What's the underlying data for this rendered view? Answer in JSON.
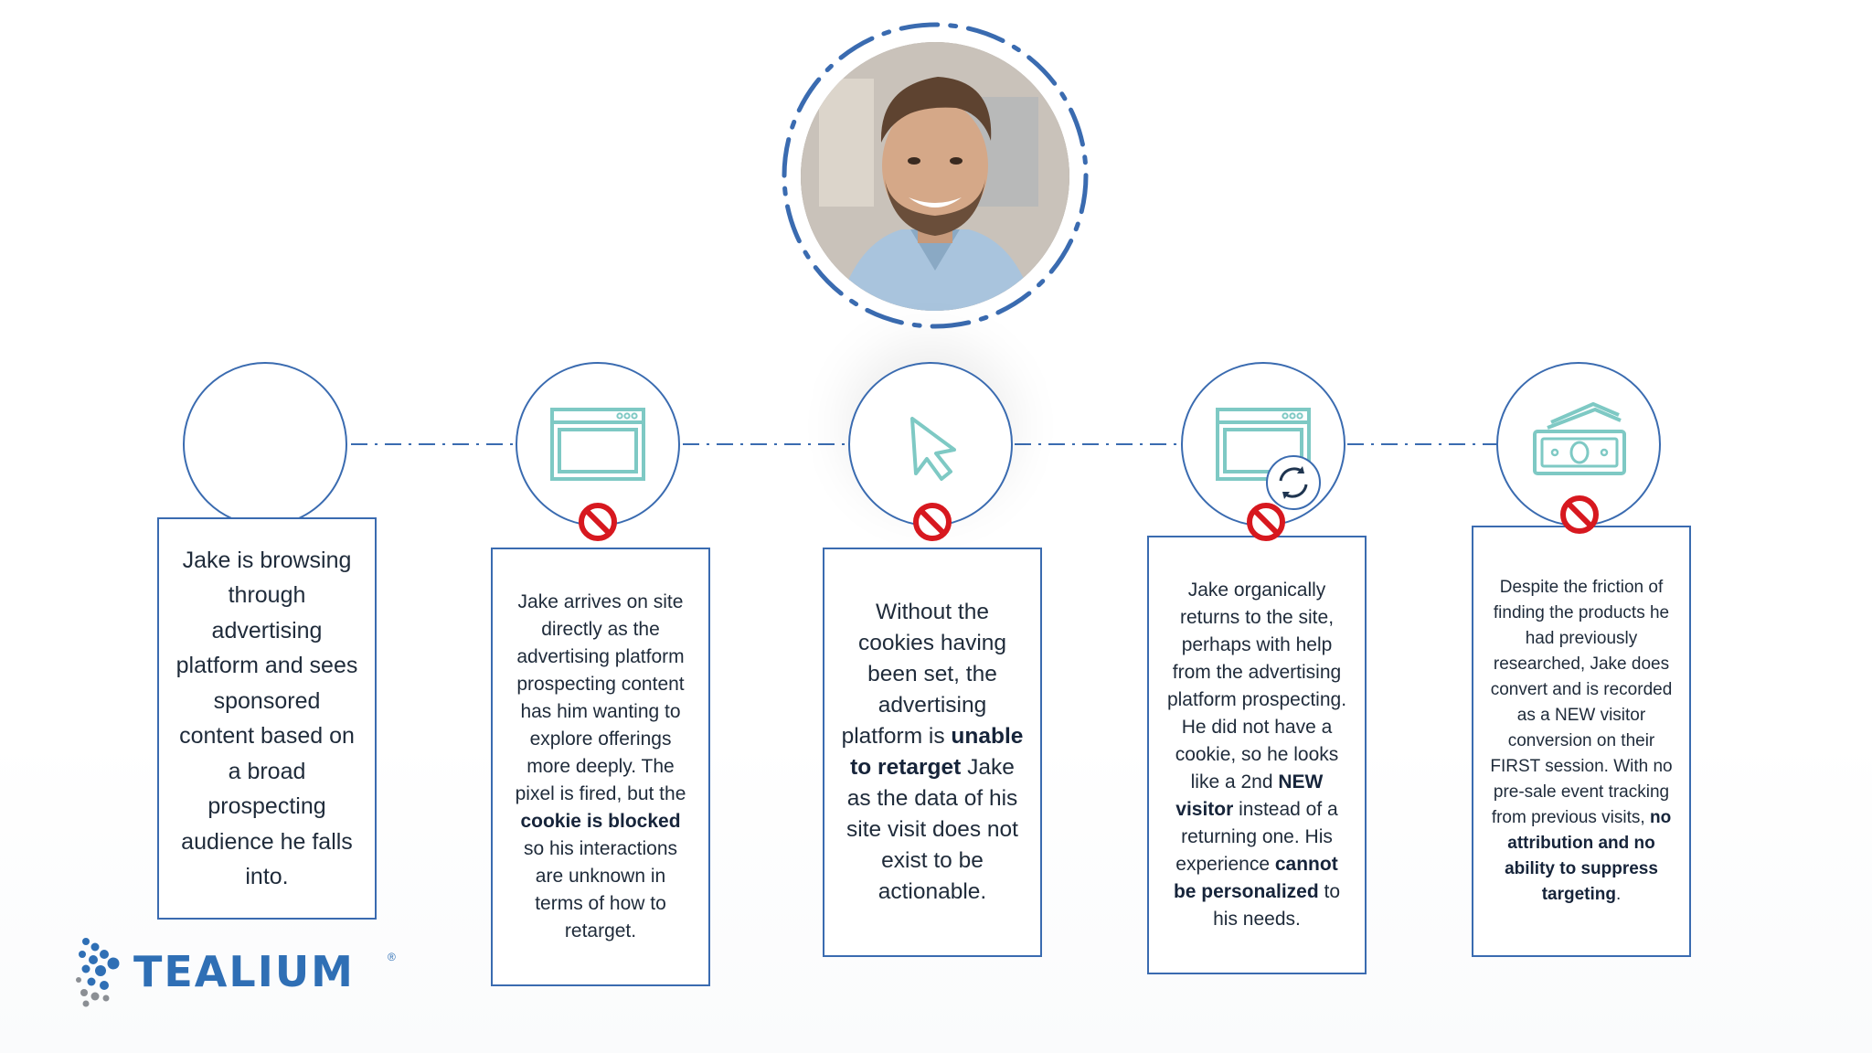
{
  "steps": [
    {
      "text_parts": [
        {
          "t": "Jake is browsing through advertising platform and sees sponsored content based on a broad prospecting audience he falls into.",
          "b": false
        }
      ]
    },
    {
      "text_parts": [
        {
          "t": "Jake arrives on site directly as the advertising platform prospecting content has him wanting to explore offerings more deeply.  The pixel is fired, but the ",
          "b": false
        },
        {
          "t": "cookie is blocked",
          "b": true
        },
        {
          "t": " so his interactions are unknown in terms of how to retarget.",
          "b": false
        }
      ]
    },
    {
      "text_parts": [
        {
          "t": "Without the cookies having been set, the advertising platform is ",
          "b": false
        },
        {
          "t": "unable to retarget",
          "b": true
        },
        {
          "t": " Jake as the data of his site visit does not exist to be actionable.",
          "b": false
        }
      ]
    },
    {
      "text_parts": [
        {
          "t": "Jake organically returns to the site, perhaps with help from the advertising platform prospecting.  He did not have a cookie, so he looks like a 2nd ",
          "b": false
        },
        {
          "t": "NEW visitor",
          "b": true
        },
        {
          "t": " instead of a returning one. His experience ",
          "b": false
        },
        {
          "t": "cannot be personalized",
          "b": true
        },
        {
          "t": " to his needs.",
          "b": false
        }
      ]
    },
    {
      "text_parts": [
        {
          "t": "Despite the friction of finding the products he had previously researched, Jake does convert and is recorded as a NEW visitor conversion on their FIRST session. With no pre-sale event tracking from previous visits, ",
          "b": false
        },
        {
          "t": "no attribution and no ability to suppress targeting",
          "b": true
        },
        {
          "t": ".",
          "b": false
        }
      ]
    }
  ],
  "icons": [
    "blank-circle",
    "browser-window-icon",
    "cursor-arrow-icon",
    "browser-refresh-icon",
    "cash-bills-icon"
  ],
  "blocked": [
    false,
    true,
    true,
    true,
    true
  ],
  "brand": {
    "name": "TEALIUM",
    "registered": "®"
  },
  "colors": {
    "line": "#3a6bb0",
    "icon": "#7ec9c4",
    "no_red": "#d7181f",
    "brand_blue": "#2f6fb5",
    "text": "#1f2b3a"
  }
}
